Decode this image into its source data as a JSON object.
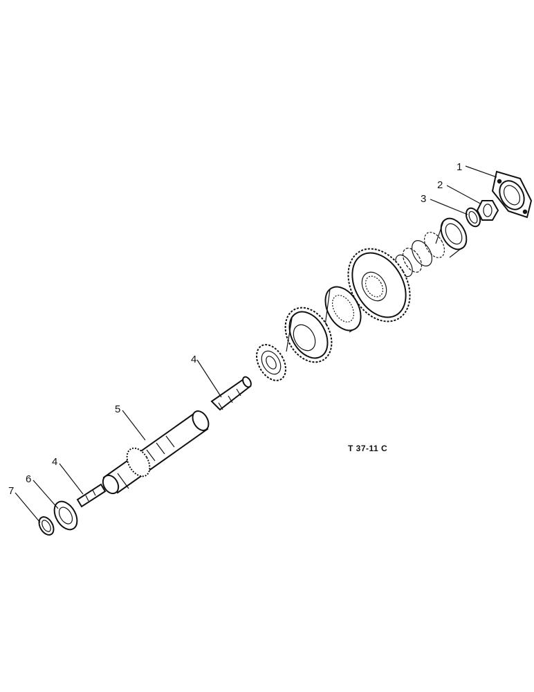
{
  "diagram": {
    "reference_code": "T 37-11 C",
    "callouts": [
      {
        "id": "c1",
        "label": "1"
      },
      {
        "id": "c2",
        "label": "2"
      },
      {
        "id": "c3",
        "label": "3"
      },
      {
        "id": "c4a",
        "label": "4"
      },
      {
        "id": "c5",
        "label": "5"
      },
      {
        "id": "c4b",
        "label": "4"
      },
      {
        "id": "c6",
        "label": "6"
      },
      {
        "id": "c7",
        "label": "7"
      }
    ]
  }
}
